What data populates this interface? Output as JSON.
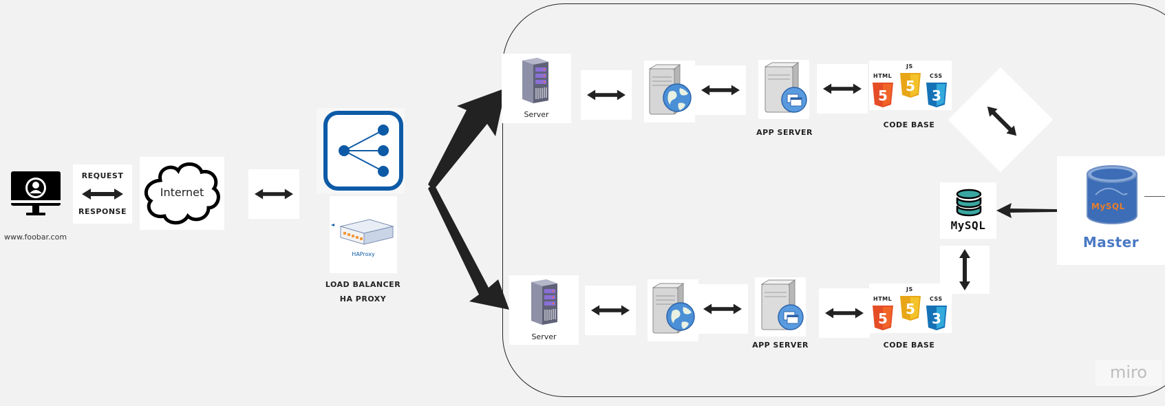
{
  "client": {
    "domain": "www.foobar.com",
    "request_label": "REQUEST",
    "response_label": "RESPONSE"
  },
  "internet": {
    "label": "Internet"
  },
  "load_balancer": {
    "haproxy_logo_text": "HAProxy",
    "label_line1": "LOAD BALANCER",
    "label_line2": "HA PROXY"
  },
  "top_row": {
    "server_label": "Server",
    "app_server_label": "APP SERVER",
    "code_base_label": "CODE BASE"
  },
  "bottom_row": {
    "server_label": "Server",
    "app_server_label": "APP SERVER",
    "code_base_label": "CODE BASE"
  },
  "database": {
    "mysql_label": "MySQL",
    "master_label": "Master",
    "master_logo_text": "MySQL"
  },
  "badges": {
    "html": "HTML",
    "js": "JS",
    "css": "CSS"
  },
  "watermark": "miro",
  "colors": {
    "background": "#f2f2f2",
    "arrow": "#222222",
    "lb_blue": "#0d5aa7",
    "html_orange": "#e44d26",
    "js_yellow": "#f0b41c",
    "css_blue": "#1d7ac1",
    "mysql_teal": "#3aa6a1",
    "master_blue": "#3c6db6"
  }
}
